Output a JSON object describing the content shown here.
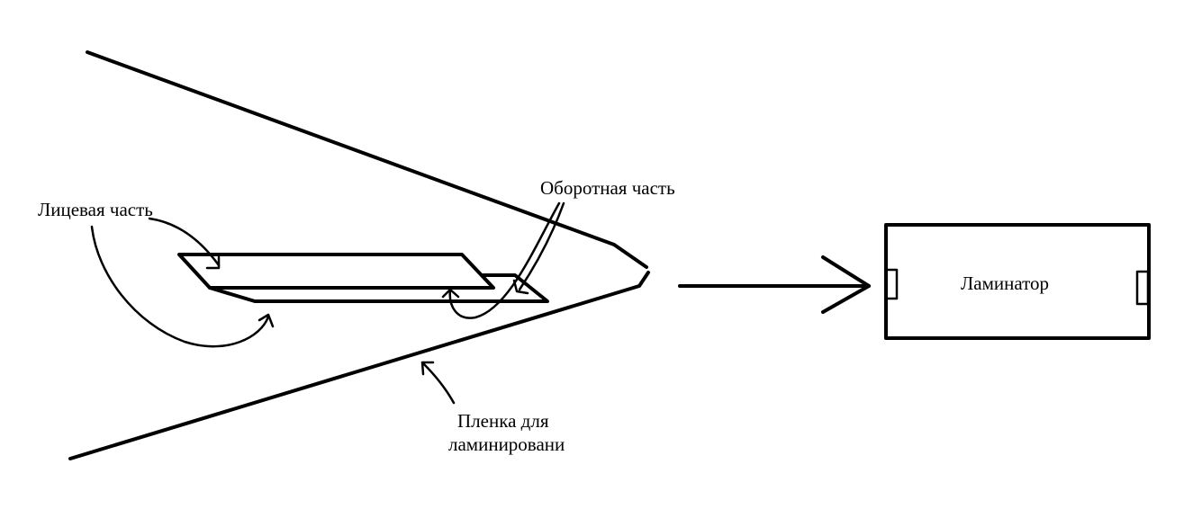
{
  "labels": {
    "front_side": "Лицевая часть",
    "back_side": "Оборотная часть",
    "film_line1": "Пленка для",
    "film_line2": "ламинировани",
    "laminator": "Ламинатор"
  },
  "colors": {
    "ink": "#000000",
    "background": "#ffffff"
  }
}
